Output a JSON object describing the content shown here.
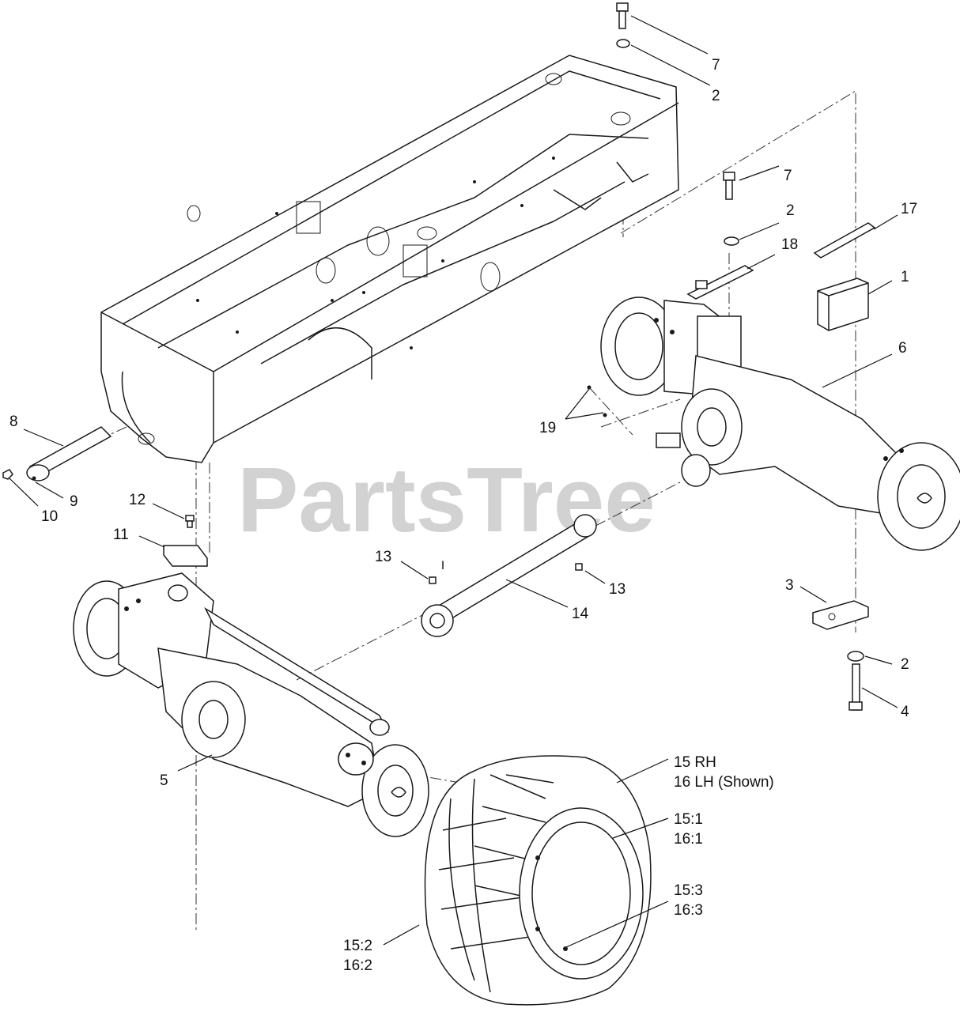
{
  "watermark": "PartsTree",
  "callouts": {
    "c7a": "7",
    "c2a": "2",
    "c7b": "7",
    "c2b": "2",
    "c17": "17",
    "c18": "18",
    "c1": "1",
    "c6": "6",
    "c19": "19",
    "c8": "8",
    "c9": "9",
    "c10": "10",
    "c12": "12",
    "c11": "11",
    "c13a": "13",
    "c13b": "13",
    "c14": "14",
    "c3": "3",
    "c2c": "2",
    "c4": "4",
    "c5": "5",
    "c15": "15  RH",
    "c16": "16  LH (Shown)",
    "c151": "15:1",
    "c161": "16:1",
    "c153": "15:3",
    "c163": "16:3",
    "c152": "15:2",
    "c162": "16:2"
  }
}
